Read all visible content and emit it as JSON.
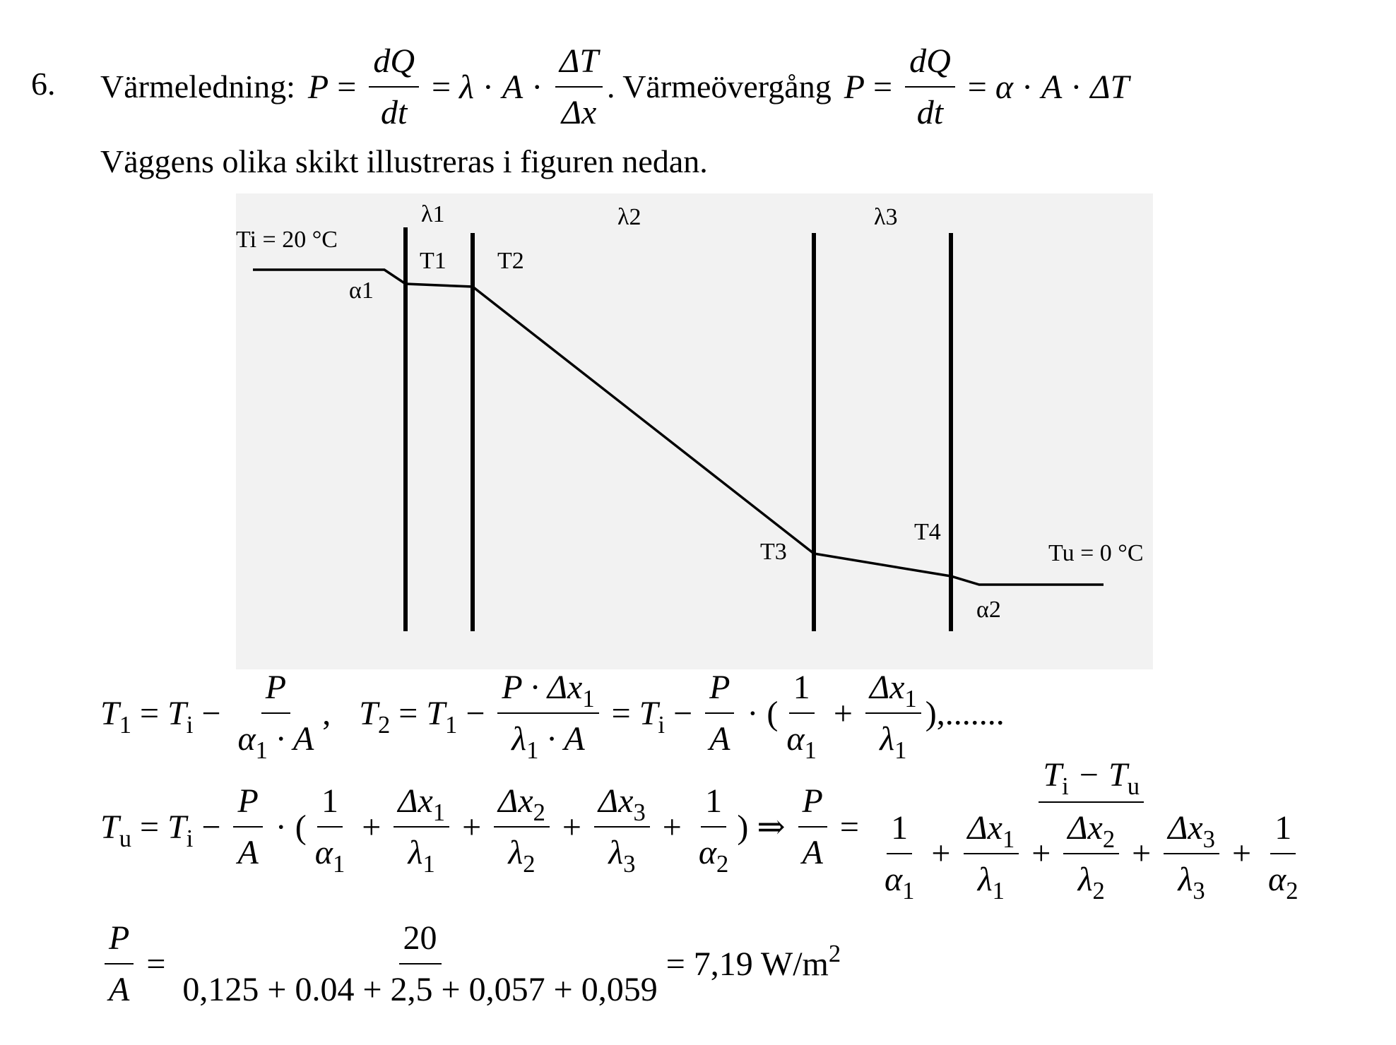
{
  "problem": {
    "number": "6.",
    "conduction_label": "Värmeledning:",
    "transfer_label": ". Värmeövergång",
    "intro": "Väggens olika skikt illustreras i figuren nedan."
  },
  "figure": {
    "background": "#f2f2f2",
    "labels": {
      "ti": "Ti = 20 °C",
      "tu": "Tu = 0 °C",
      "lambda1": "λ1",
      "lambda2": "λ2",
      "lambda3": "λ3",
      "alpha1": "α1",
      "alpha2": "α2",
      "t1": "T1",
      "t2": "T2",
      "t3": "T3",
      "t4": "T4"
    }
  },
  "equations": {
    "dots": "),.......",
    "numerical": {
      "numerator": "20",
      "denominator": "0,125 + 0.04 + 2,5 + 0,057 + 0,059",
      "result": "= 7,19 W/m",
      "unit_exp": "2"
    }
  }
}
